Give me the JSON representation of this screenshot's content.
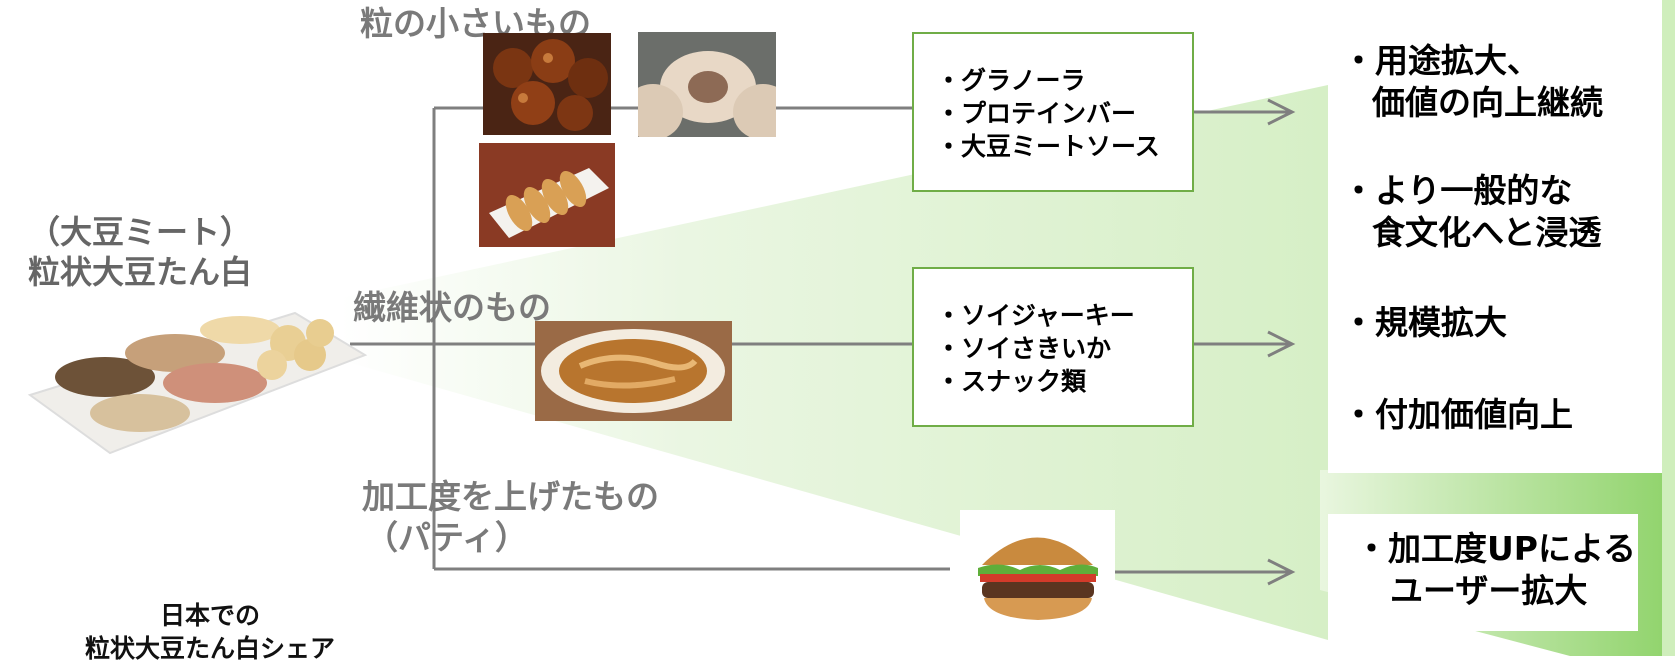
{
  "source": {
    "label_line1": "（大豆ミート）",
    "label_line2": "粒状大豆たん白"
  },
  "categories": [
    {
      "label": "粒の小さいもの"
    },
    {
      "label": "繊維状のもの"
    },
    {
      "label_line1": "加工度を上げたもの",
      "label_line2": "（パティ）"
    }
  ],
  "products": [
    {
      "items": [
        "・グラノーラ",
        "・プロテインバー",
        "・大豆ミートソース"
      ]
    },
    {
      "items": [
        "・ソイジャーキー",
        "・ソイさきいか",
        "・スナック類"
      ]
    }
  ],
  "outcomes_main": [
    {
      "line1": "・用途拡大、",
      "line2": "価値の向上継続"
    },
    {
      "line1": "・より一般的な",
      "line2": "食文化へと浸透"
    },
    {
      "line1": "・規模拡大"
    },
    {
      "line1": "・付加価値向上"
    }
  ],
  "outcome_patty": {
    "line1": "・加工度UPによる",
    "line2": "ユーザー拡大"
  },
  "share_note": {
    "line1": "日本での",
    "line2": "粒状大豆たん白シェア"
  },
  "colors": {
    "accent_green": "#70ad47",
    "fan_green": "#e2f3d8",
    "arrow_gray": "#7f7f7f"
  },
  "icons": [
    "food-photo",
    "arrow-right-icon"
  ]
}
